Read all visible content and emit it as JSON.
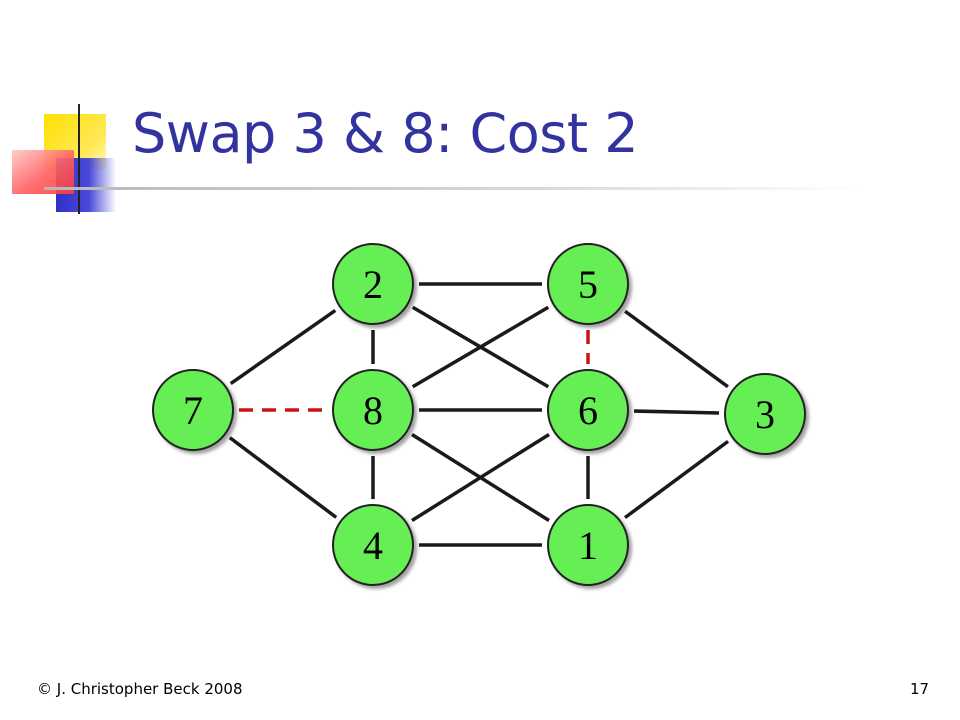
{
  "slide": {
    "title": "Swap 3 & 8: Cost 2",
    "copyright": "© J. Christopher Beck 2008",
    "page_number": "17"
  },
  "colors": {
    "title": "#3333a0",
    "node_fill": "#66ee55",
    "edge": "#1a1a1a",
    "swap_edge": "#cc1111",
    "deco_yellow": "#ffdd00",
    "deco_red": "#ff4444",
    "deco_blue": "#3333cc"
  },
  "graph": {
    "nodes": [
      {
        "id": "n2",
        "label": "2"
      },
      {
        "id": "n5",
        "label": "5"
      },
      {
        "id": "n7",
        "label": "7"
      },
      {
        "id": "n8",
        "label": "8"
      },
      {
        "id": "n6",
        "label": "6"
      },
      {
        "id": "n3",
        "label": "3"
      },
      {
        "id": "n4",
        "label": "4"
      },
      {
        "id": "n1",
        "label": "1"
      }
    ],
    "edges": [
      {
        "from": "n7",
        "to": "n2",
        "style": "solid"
      },
      {
        "from": "n7",
        "to": "n4",
        "style": "solid"
      },
      {
        "from": "n7",
        "to": "n8",
        "style": "dashed"
      },
      {
        "from": "n2",
        "to": "n8",
        "style": "solid"
      },
      {
        "from": "n8",
        "to": "n4",
        "style": "solid"
      },
      {
        "from": "n2",
        "to": "n5",
        "style": "solid"
      },
      {
        "from": "n2",
        "to": "n6",
        "style": "solid"
      },
      {
        "from": "n8",
        "to": "n5",
        "style": "solid"
      },
      {
        "from": "n8",
        "to": "n6",
        "style": "solid"
      },
      {
        "from": "n8",
        "to": "n1",
        "style": "solid"
      },
      {
        "from": "n4",
        "to": "n6",
        "style": "solid"
      },
      {
        "from": "n4",
        "to": "n1",
        "style": "solid"
      },
      {
        "from": "n5",
        "to": "n6",
        "style": "dashed"
      },
      {
        "from": "n6",
        "to": "n1",
        "style": "solid"
      },
      {
        "from": "n5",
        "to": "n3",
        "style": "solid"
      },
      {
        "from": "n6",
        "to": "n3",
        "style": "solid"
      },
      {
        "from": "n1",
        "to": "n3",
        "style": "solid"
      }
    ]
  }
}
